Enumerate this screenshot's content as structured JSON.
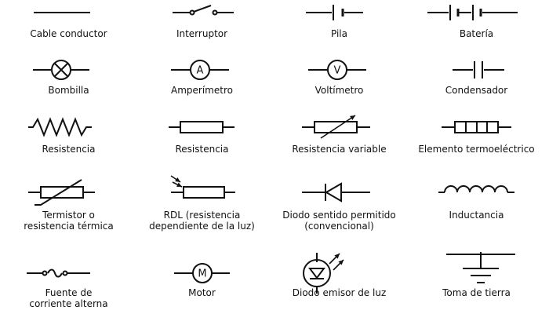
{
  "symbols": [
    {
      "name": "cable-conductor",
      "icon": "wire-symbol-icon",
      "label": [
        "Cable conductor"
      ]
    },
    {
      "name": "interruptor",
      "icon": "switch-symbol-icon",
      "label": [
        "Interruptor"
      ]
    },
    {
      "name": "pila",
      "icon": "cell-symbol-icon",
      "label": [
        "Pila"
      ]
    },
    {
      "name": "bateria",
      "icon": "battery-symbol-icon",
      "label": [
        "Batería"
      ]
    },
    {
      "name": "bombilla",
      "icon": "lamp-symbol-icon",
      "label": [
        "Bombilla"
      ]
    },
    {
      "name": "amperimetro",
      "icon": "ammeter-symbol-icon",
      "label": [
        "Amperímetro"
      ],
      "glyph": "A"
    },
    {
      "name": "voltimetro",
      "icon": "voltmeter-symbol-icon",
      "label": [
        "Voltímetro"
      ],
      "glyph": "V"
    },
    {
      "name": "condensador",
      "icon": "capacitor-symbol-icon",
      "label": [
        "Condensador"
      ]
    },
    {
      "name": "resistencia-zigzag",
      "icon": "resistor-zigzag-symbol-icon",
      "label": [
        "Resistencia"
      ]
    },
    {
      "name": "resistencia-box",
      "icon": "resistor-box-symbol-icon",
      "label": [
        "Resistencia"
      ]
    },
    {
      "name": "resistencia-variable",
      "icon": "variable-resistor-symbol-icon",
      "label": [
        "Resistencia variable"
      ]
    },
    {
      "name": "elemento-termoelectrico",
      "icon": "thermoelectric-symbol-icon",
      "label": [
        "Elemento termoeléctrico"
      ]
    },
    {
      "name": "termistor",
      "icon": "thermistor-symbol-icon",
      "label": [
        "Termistor o",
        "resistencia térmica"
      ]
    },
    {
      "name": "rdl",
      "icon": "ldr-symbol-icon",
      "label": [
        "RDL (resistencia",
        "dependiente de la luz)"
      ]
    },
    {
      "name": "diodo",
      "icon": "diode-symbol-icon",
      "label": [
        "Diodo sentido permitido",
        "(convencional)"
      ]
    },
    {
      "name": "inductancia",
      "icon": "inductor-symbol-icon",
      "label": [
        "Inductancia"
      ]
    },
    {
      "name": "fuente-alterna",
      "icon": "ac-source-symbol-icon",
      "label": [
        "Fuente de",
        "corriente alterna"
      ]
    },
    {
      "name": "motor",
      "icon": "motor-symbol-icon",
      "label": [
        "Motor"
      ],
      "glyph": "M"
    },
    {
      "name": "led",
      "icon": "led-symbol-icon",
      "label": [
        "Diodo emisor de luz"
      ]
    },
    {
      "name": "toma-tierra",
      "icon": "ground-symbol-icon",
      "label": [
        "Toma de tierra"
      ]
    }
  ]
}
